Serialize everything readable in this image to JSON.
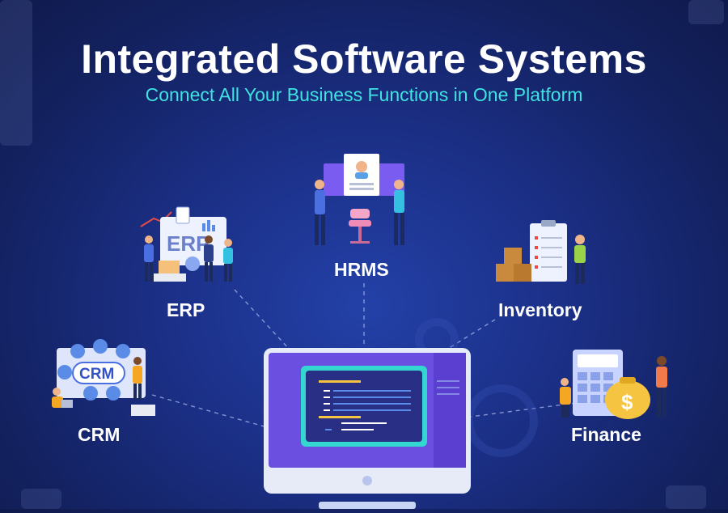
{
  "header": {
    "title": "Integrated Software Systems",
    "subtitle": "Connect All Your Business Functions in One Platform"
  },
  "modules": {
    "hrms": {
      "label": "HRMS",
      "icon": "hr-team-icon"
    },
    "erp": {
      "label": "ERP",
      "icon": "erp-dashboard-icon",
      "badge": "ERP"
    },
    "inventory": {
      "label": "Inventory",
      "icon": "inventory-boxes-icon"
    },
    "crm": {
      "label": "CRM",
      "icon": "crm-network-icon",
      "badge": "CRM"
    },
    "finance": {
      "label": "Finance",
      "icon": "finance-money-bag-icon",
      "symbol": "$"
    }
  },
  "colors": {
    "background": "#1b2f86",
    "title": "#ffffff",
    "subtitle": "#3fe3e0",
    "accent_purple": "#7b5cf0",
    "accent_cyan": "#34d6d0",
    "accent_yellow": "#f5c542"
  }
}
